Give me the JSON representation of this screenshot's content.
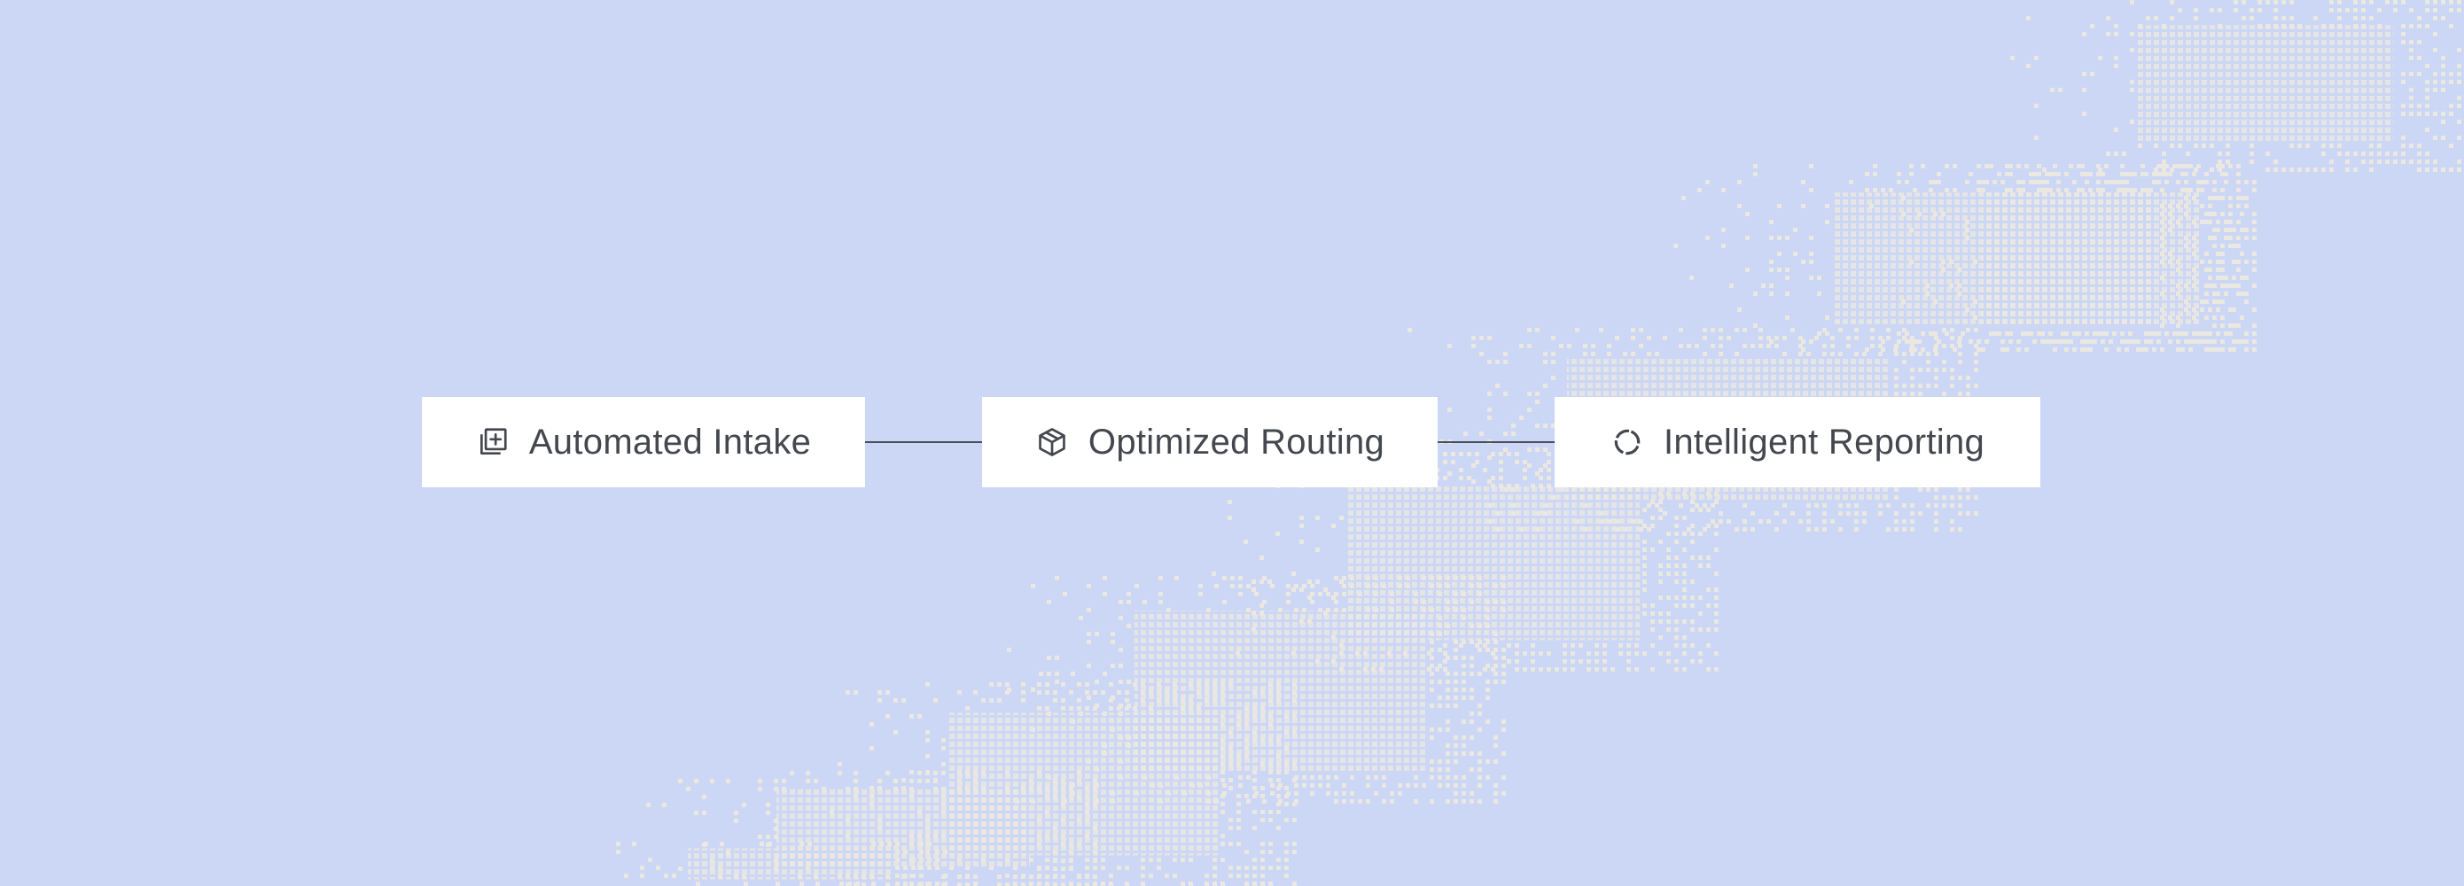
{
  "diagram": {
    "colors": {
      "background": "#ccd6f5",
      "pattern": "#ebe8e2",
      "node_fill": "#ffffff",
      "text": "#45474f",
      "connector": "#4b4f5c"
    },
    "steps": [
      {
        "label": "Automated Intake",
        "icon": "stack-plus-icon"
      },
      {
        "label": "Optimized Routing",
        "icon": "cube-icon"
      },
      {
        "label": "Intelligent Reporting",
        "icon": "circle-progress-icon"
      }
    ],
    "connectors": [
      {
        "from": "Automated Intake",
        "to": "Optimized Routing"
      },
      {
        "from": "Optimized Routing",
        "to": "Intelligent Reporting"
      }
    ]
  }
}
